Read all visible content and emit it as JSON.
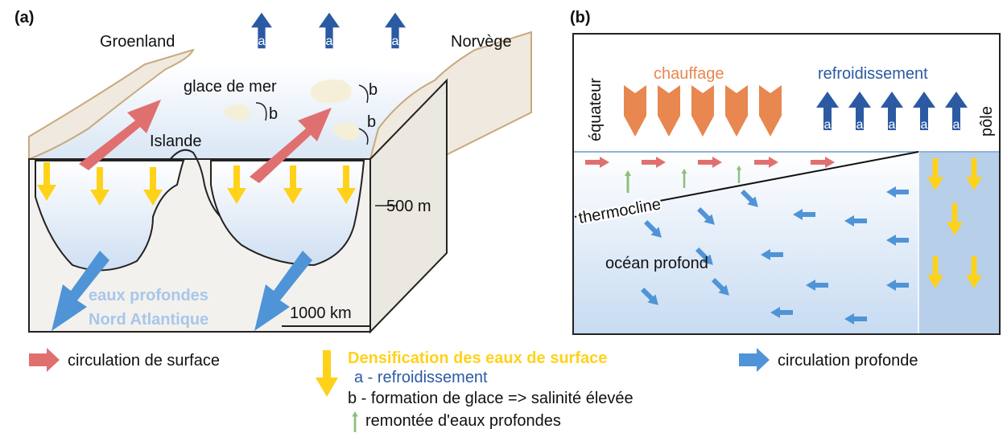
{
  "panel_a": {
    "tag": "(a)",
    "greenland": "Groenland",
    "norway": "Norvège",
    "sea_ice": "glace de mer",
    "iceland": "Islande",
    "depth": "500 m",
    "deep_water_1": "eaux profondes",
    "deep_water_2": "Nord Atlantique",
    "scale": "1000 km",
    "marker_a": "a",
    "marker_b": "b"
  },
  "panel_b": {
    "tag": "(b)",
    "equator": "équateur",
    "pole": "pôle",
    "heating": "chauffage",
    "cooling": "refroidissement",
    "thermocline": "thermocline",
    "deep_ocean": "océan profond",
    "marker_a": "a"
  },
  "legend": {
    "surface": "circulation de surface",
    "densification_title": "Densification des eaux de surface",
    "item_a": "a - refroidissement",
    "item_b": "b - formation de glace => salinité élevée",
    "deep": "circulation profonde",
    "upwelling": "remontée d'eaux profondes"
  },
  "colors": {
    "surface_arrow": "#e07070",
    "densification_arrow": "#ffd21a",
    "deep_arrow": "#4f94d6",
    "cooling_arrow": "#2b5aa3",
    "heating_arrow": "#e8874f",
    "upwelling_arrow": "#8cbf7a",
    "land": "#efe9df",
    "coast": "#c8a97c",
    "heating_text": "#e8874f",
    "cooling_text": "#2b5aa3",
    "deep_water_text": "#a8c6ea",
    "densification_text": "#ffd21a",
    "item_a_text": "#2b5aa3"
  }
}
